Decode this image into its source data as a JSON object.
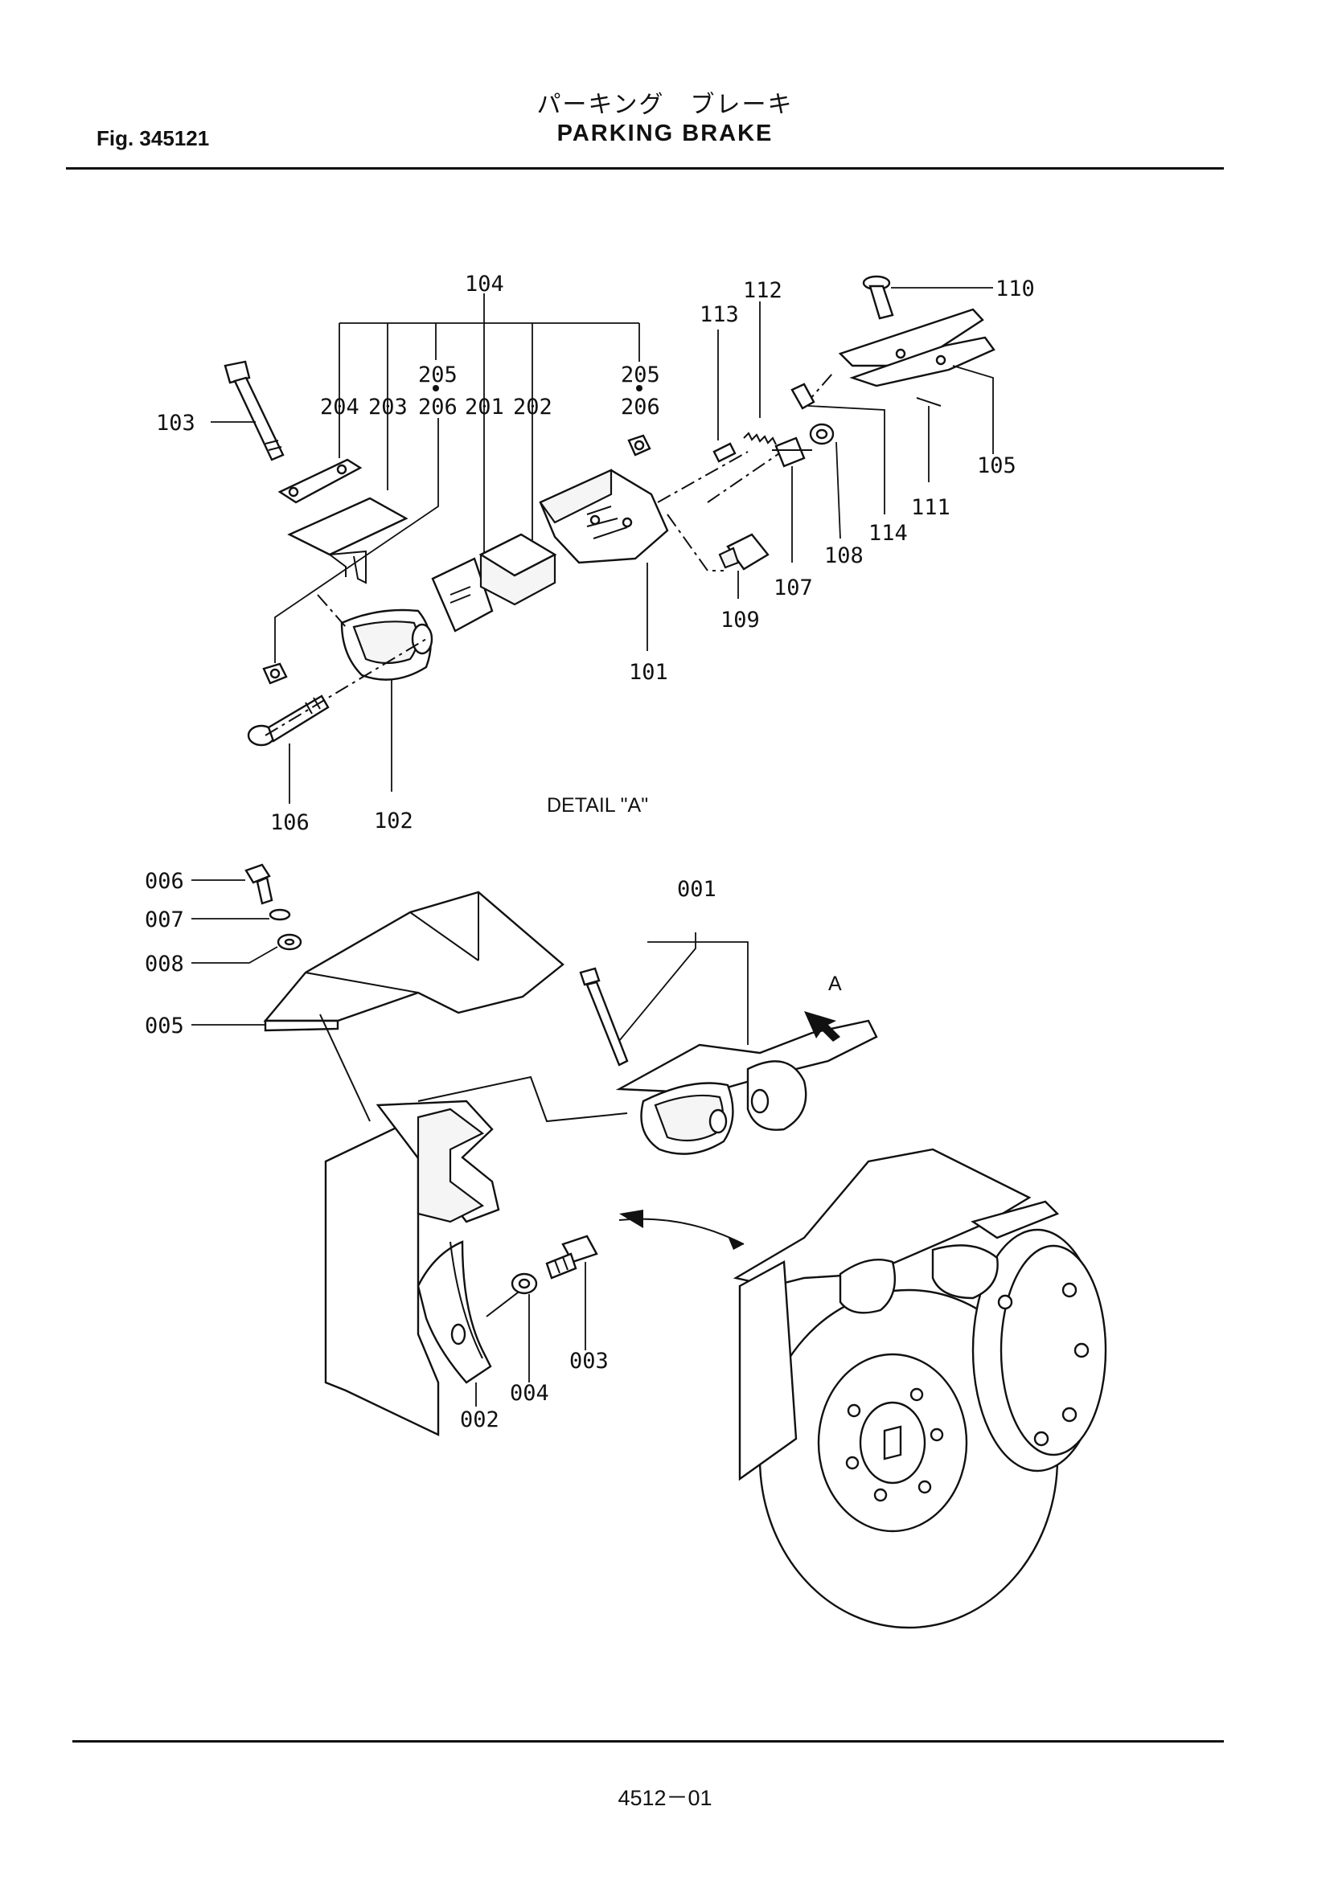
{
  "header": {
    "fig_label": "Fig. 345121",
    "title_jp": "パーキング　ブレーキ",
    "title_en": "PARKING  BRAKE"
  },
  "detail_label": "DETAIL \"A\"",
  "view_arrow_label": "A",
  "footer": {
    "page_number": "4512－01"
  },
  "callouts": {
    "c104": "104",
    "c205a": "205",
    "c206a": "206",
    "c205b": "205",
    "c206b": "206",
    "c204": "204",
    "c203": "203",
    "c201": "201",
    "c202": "202",
    "c103": "103",
    "c113": "113",
    "c112": "112",
    "c110": "110",
    "c105": "105",
    "c111": "111",
    "c114": "114",
    "c108": "108",
    "c107": "107",
    "c109": "109",
    "c101": "101",
    "c106": "106",
    "c102": "102",
    "c001": "001",
    "c006": "006",
    "c007": "007",
    "c008": "008",
    "c005": "005",
    "c003": "003",
    "c004": "004",
    "c002": "002"
  }
}
